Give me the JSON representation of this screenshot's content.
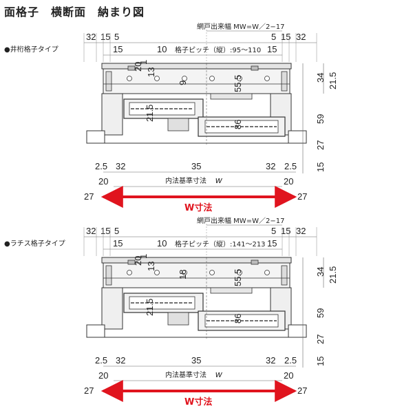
{
  "title": "面格子　横断面　納まり図",
  "colors": {
    "accent": "#e0141e",
    "line": "#333333",
    "frame": "#dedede"
  },
  "sections": [
    {
      "type_label": "●井桁格子タイプ",
      "net_width_label": "網戸出来幅 MW=W／2−17",
      "pitch_label": "格子ピッチ（縦）:95〜110",
      "inner_label": "内法基準寸法",
      "inner_w": "w",
      "w_label": "W寸法",
      "dims": {
        "d32a": "32",
        "d15a": "15",
        "d5a": "5",
        "d15b": "15",
        "d10": "10",
        "d5b": "5",
        "d15c": "15",
        "d32b": "32",
        "d15d": "15",
        "d20": "20",
        "d1": "1",
        "d13": "13",
        "d9": "9",
        "d21_5a": "21.5",
        "d55_5": "55.5",
        "d86": "86",
        "d34": "34",
        "d21_5b": "21.5",
        "d59": "59",
        "d27r": "27",
        "d15r": "15",
        "d2_5a": "2.5",
        "d32c": "32",
        "d35": "35",
        "d32d": "32",
        "d2_5b": "2.5",
        "d20l": "20",
        "d20r": "20",
        "d27l": "27",
        "d27rr": "27"
      }
    },
    {
      "type_label": "●ラチス格子タイプ",
      "net_width_label": "網戸出来幅 MW=W／2−17",
      "pitch_label": "格子ピッチ（縦）:141〜213",
      "inner_label": "内法基準寸法",
      "inner_w": "w",
      "w_label": "W寸法",
      "dims": {
        "d32a": "32",
        "d15a": "15",
        "d5a": "5",
        "d15b": "15",
        "d10": "10",
        "d5b": "5",
        "d15c": "15",
        "d32b": "32",
        "d15d": "15",
        "d20": "20",
        "d1": "1",
        "d13": "13",
        "d9": "18",
        "d21_5a": "21.5",
        "d55_5": "55.5",
        "d86": "86",
        "d34": "34",
        "d21_5b": "21.5",
        "d59": "59",
        "d27r": "27",
        "d15r": "15",
        "d2_5a": "2.5",
        "d32c": "32",
        "d35": "35",
        "d32d": "32",
        "d2_5b": "2.5",
        "d20l": "20",
        "d20r": "20",
        "d27l": "27",
        "d27rr": "27"
      }
    }
  ]
}
